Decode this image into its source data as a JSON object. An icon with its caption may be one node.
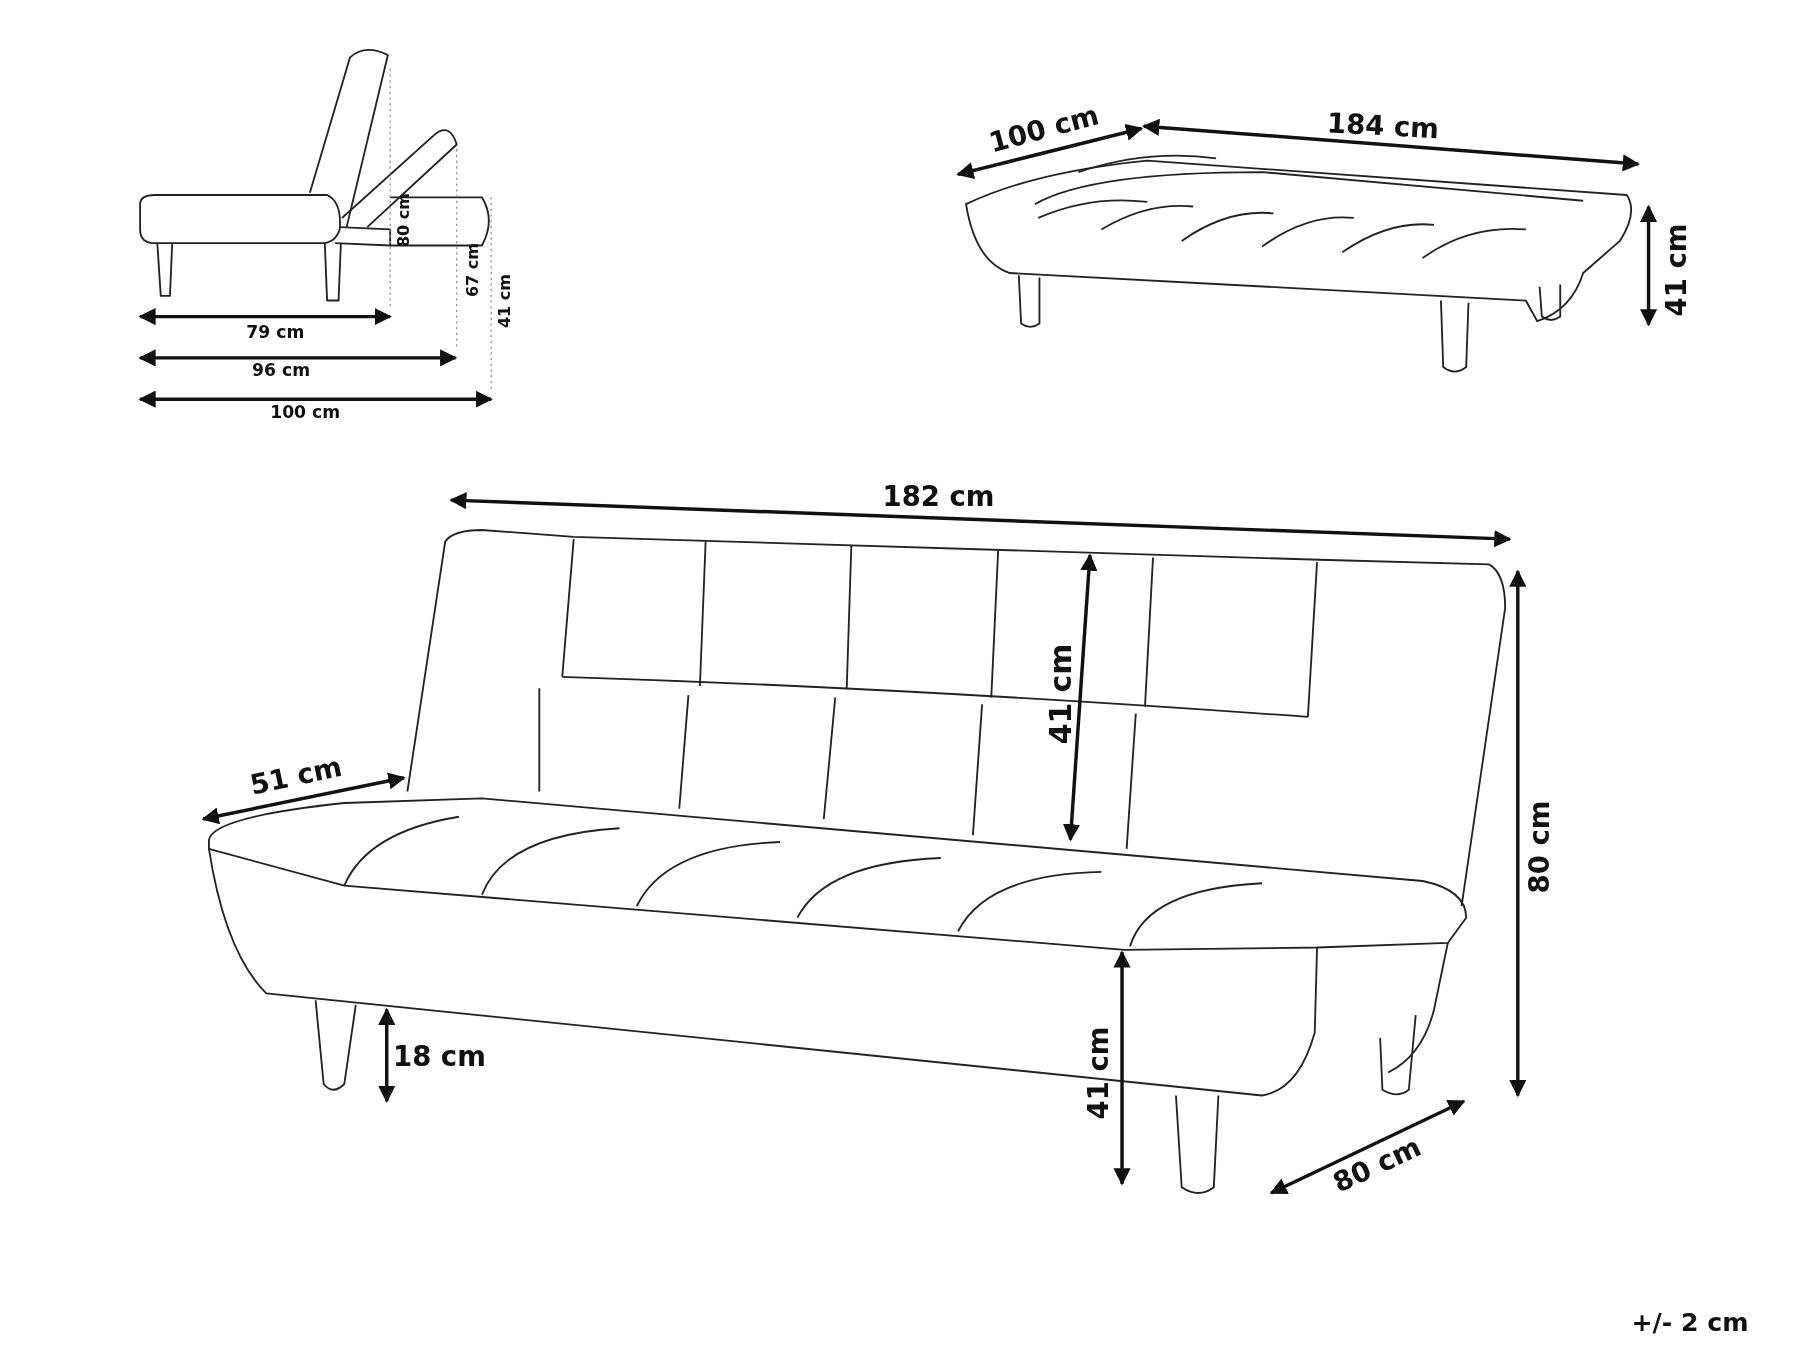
{
  "diagram": {
    "labels": [
      "184 cm",
      "100 cm",
      "80 cm",
      "67 cm",
      "41 cm",
      "41 cm",
      "79 cm",
      "96 cm",
      "100 cm",
      "182 cm",
      "41 cm",
      "51 cm",
      "80 cm",
      "18 cm",
      "41 cm",
      "80 cm",
      "+/- 2 cm"
    ]
  }
}
